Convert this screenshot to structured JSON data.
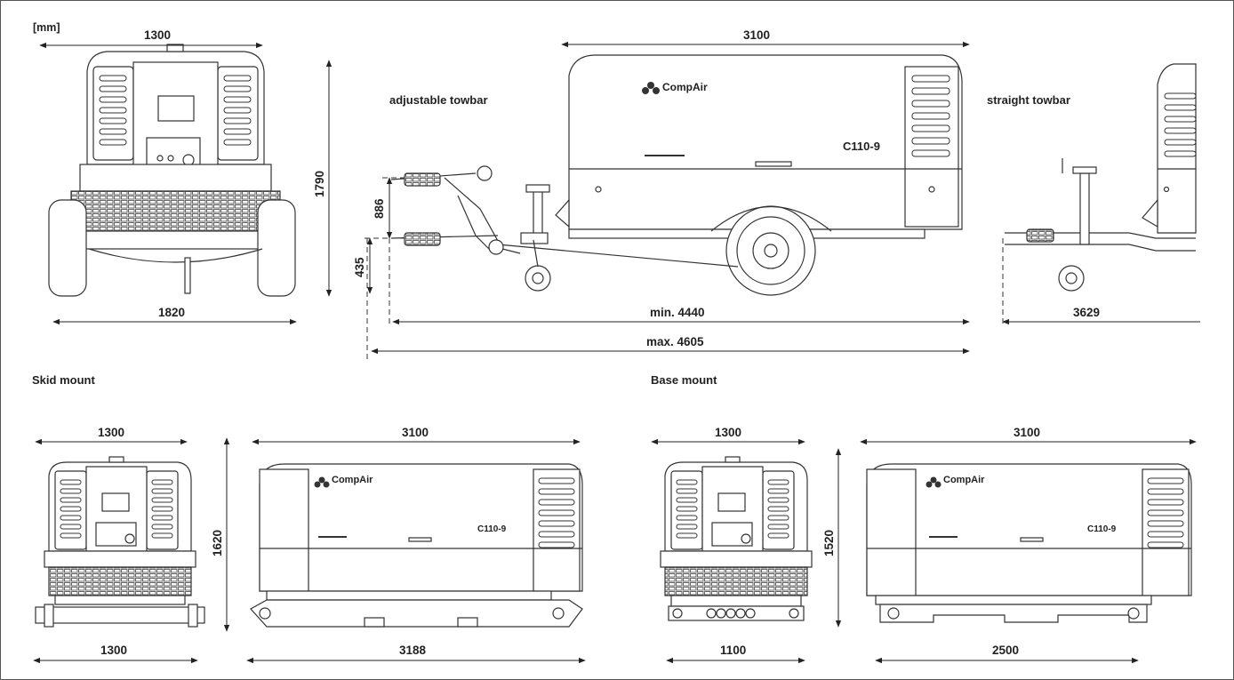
{
  "units": "[mm]",
  "sections": {
    "adjustable_towbar": "adjustable towbar",
    "straight_towbar": "straight towbar",
    "skid_mount": "Skid mount",
    "base_mount": "Base mount"
  },
  "brand": "CompAir",
  "model": "C110-9",
  "dimensions": {
    "trailer_front_width_top": "1300",
    "trailer_front_width_bottom": "1820",
    "trailer_height": "1790",
    "trailer_body_length": "3100",
    "towbar_upper_height": "886",
    "towbar_lower_height": "435",
    "trailer_length_min": "min. 4440",
    "trailer_length_max": "max. 4605",
    "straight_towbar_length": "3629",
    "skid_front_width_top": "1300",
    "skid_front_width_bottom": "1300",
    "skid_height": "1620",
    "skid_body_length": "3100",
    "skid_frame_length": "3188",
    "base_front_width_top": "1300",
    "base_front_width_bottom": "1100",
    "base_height": "1520",
    "base_body_length": "3100",
    "base_frame_length": "2500"
  }
}
